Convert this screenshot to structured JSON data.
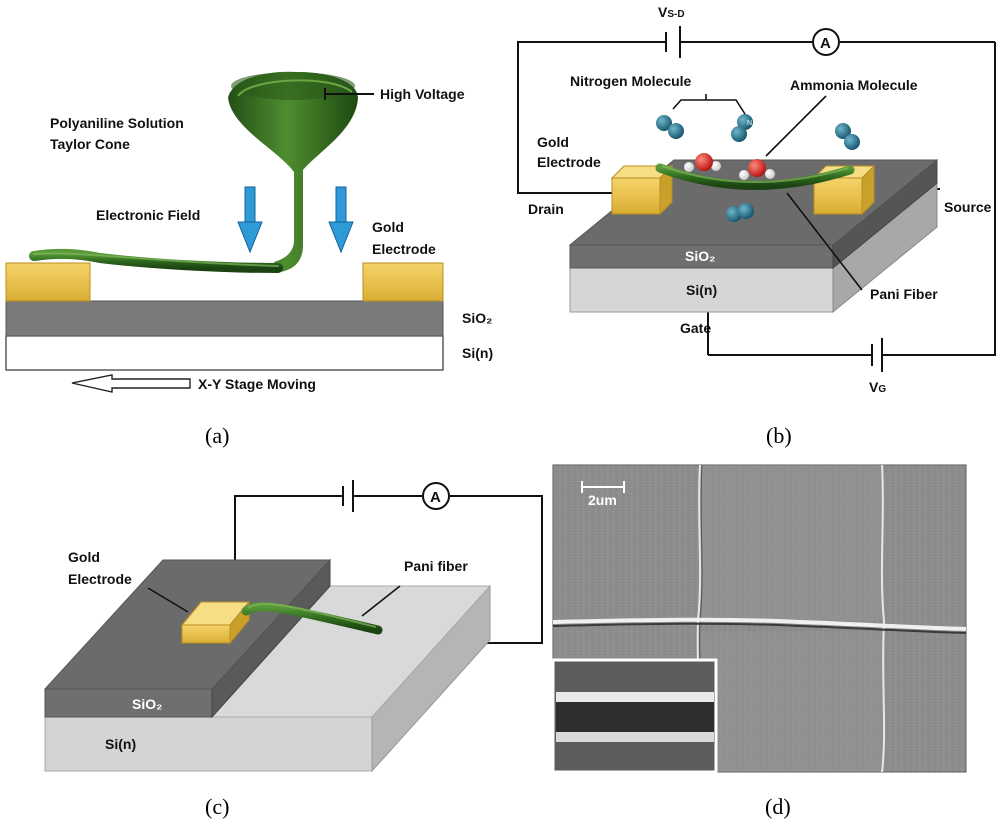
{
  "panel_a": {
    "caption": "(a)",
    "high_voltage": "High Voltage",
    "taylor_cone_1": "Polyaniline Solution",
    "taylor_cone_2": "Taylor Cone",
    "electronic_field": "Electronic Field",
    "gold_electrode_1": "Gold",
    "gold_electrode_2": "Electrode",
    "sio2": "SiO₂",
    "si_n": "Si(n)",
    "stage": "X-Y Stage Moving"
  },
  "panel_b": {
    "caption": "(b)",
    "v_sd_main": "V",
    "v_sd_sub": "S-D",
    "ammeter": "A",
    "nitrogen": "Nitrogen Molecule",
    "ammonia": "Ammonia Molecule",
    "gold_electrode_1": "Gold",
    "gold_electrode_2": "Electrode",
    "drain": "Drain",
    "source": "Source",
    "sio2": "SiO₂",
    "si_n": "Si(n)",
    "pani": "Pani Fiber",
    "gate": "Gate",
    "v_g_main": "V",
    "v_g_sub": "G",
    "n_atom": "N"
  },
  "panel_c": {
    "caption": "(c)",
    "ammeter": "A",
    "gold_electrode_1": "Gold",
    "gold_electrode_2": "Electrode",
    "pani": "Pani fiber",
    "sio2": "SiO₂",
    "si_n": "Si(n)"
  },
  "panel_d": {
    "caption": "(d)",
    "scale": "2um"
  },
  "colors": {
    "gold": "#f2c94c",
    "gold_dark": "#c9a02a",
    "fiber": "#2f6b1f",
    "arrow": "#2e9ad8",
    "sio2": "#7a7a7a",
    "si": "#d6d6d6",
    "molecule": "#1f6e8a",
    "oxygen": "#d6201e"
  }
}
